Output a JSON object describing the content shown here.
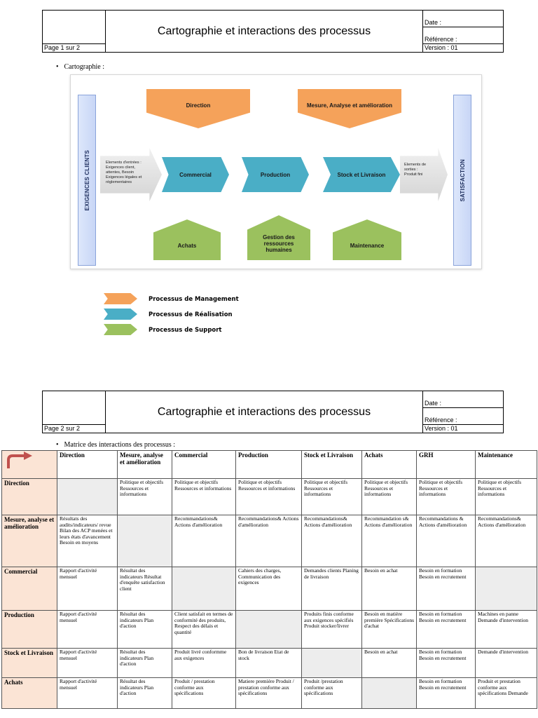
{
  "header1": {
    "title": "Cartographie et interactions des processus",
    "page": "Page 1 sur 2",
    "date": "Date :",
    "reference": "Référence :",
    "version": "Version : 01"
  },
  "header2": {
    "title": "Cartographie et interactions des processus",
    "page": "Page 2 sur 2",
    "date": "Date :",
    "reference": "Référence :",
    "version": "Version : 01"
  },
  "section1": "Cartographie :",
  "section2": "Matrice des interactions des processus :",
  "diagram": {
    "left_bar": "EXIGENCES CLIENTS",
    "right_bar": "SATISFACTION",
    "management": [
      "Direction",
      "Mesure, Analyse et amélioration"
    ],
    "realisation": [
      "Commercial",
      "Production",
      "Stock et Livraison"
    ],
    "support": [
      "Achats",
      "Gestion des ressources humaines",
      "Maintenance"
    ],
    "inputs": [
      "Elements d'entrées :",
      "Exigences client,",
      "attentes, Besoin",
      "Exigences légales et",
      "réglementaires"
    ],
    "outputs": [
      "Elements de",
      "sorties :",
      "Produit fini"
    ],
    "colors": {
      "management": "#f5a25a",
      "realisation": "#4aaec6",
      "support": "#9bc15e"
    }
  },
  "legend": [
    "Processus de Management",
    "Processus de Réalisation",
    "Processus de Support"
  ],
  "matrix": {
    "columns": [
      "Direction",
      "Mesure, analyse et amélioration",
      "Commercial",
      "Production",
      "Stock et Livraison",
      "Achats",
      "GRH",
      "Maintenance"
    ],
    "rows": [
      {
        "label": "Direction",
        "cells": [
          "",
          "Politique et objectifs Ressources et informations",
          "Politique et objectifs Ressources et informations",
          "Politique et objectifs Ressources et informations",
          "Politique et objectifs Ressources et informations",
          "Politique et objectifs Ressources et informations",
          "Politique et objectifs Ressources et informations",
          "Politique et objectifs Ressources et informations"
        ]
      },
      {
        "label": "Mesure, analyse et amélioration",
        "cells": [
          "Résultats des audits/indicateurs/ revue Bilan des ACP menées et leurs états d'avancement Besoin en moyens",
          "",
          "Recommandations& Actions d'amélioration",
          "Recommandations& Actions d'amélioration",
          "Recommandations& Actions d'amélioration",
          "Recommandation s& Actions d'amélioration",
          "Recommandations & Actions d'amélioration",
          "Recommandations& Actions d'amélioration"
        ]
      },
      {
        "label": "Commercial",
        "cells": [
          "Rapport d'activité mensuel",
          "Résultat des indicateurs Résultat d'enquête satisfaction client",
          "",
          "Cahiers des charges, Communication des exigences",
          "Demandes clients Planing de livraison",
          "Besoin en achat",
          "Besoin en formation Besoin en recrutement",
          ""
        ]
      },
      {
        "label": "Production",
        "cells": [
          "Rapport d'activité mensuel",
          "Résultat des indicateurs Plan d'action",
          "Client satisfait en termes de conformité des produits, Respect des délais et quantité",
          "",
          "Produits finis conforme aux exigences spécifiés Produit stocker/livrer",
          "Besoin en matière première Spécifications d'achat",
          "Besoin en formation Besoin en recrutement",
          "Machines en panne Demande d'intervention"
        ]
      },
      {
        "label": "Stock et Livraison",
        "cells": [
          "Rapport d'activité mensuel",
          "Résultat des indicateurs Plan d'action",
          "Produit livré conformme aux exigences",
          "Bon de livraison Etat de stock",
          "",
          "Besoin en achat",
          "Besoin en formation Besoin en recrutement",
          "Demande d'intervention"
        ]
      },
      {
        "label": "Achats",
        "cells": [
          "Rapport d'activité mensuel",
          "Résultat des indicateurs Plan d'action",
          "Produit / prestation conforme aux spécifications",
          "Matiere première Produit / prestation conforme aux spécifications",
          "Produit /prestation conforme aux spécifications",
          "",
          "Besoin en formation Besoin en recrutement",
          "Produit et prestation conforme aux spécifications Demande"
        ]
      }
    ]
  }
}
